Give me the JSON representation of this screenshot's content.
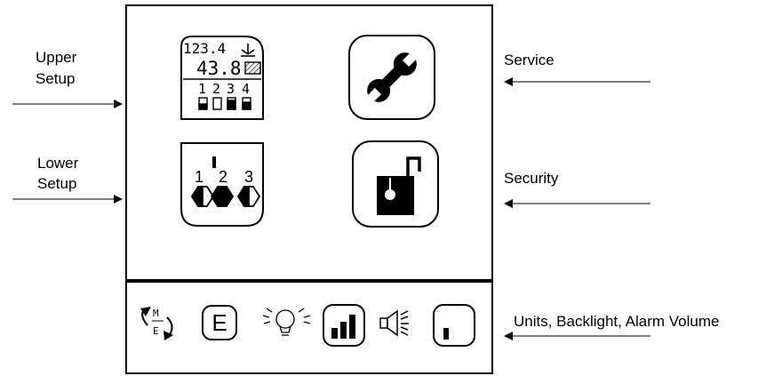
{
  "labels": {
    "upper_setup_line1": "Upper",
    "upper_setup_line2": "Setup",
    "lower_setup_line1": "Lower",
    "lower_setup_line2": "Setup",
    "service": "Service",
    "security": "Security",
    "bottom": "Units, Backlight, Alarm Volume"
  },
  "upper_setup_icon": {
    "value_top": "123.4",
    "value_main": "43.8",
    "channels": [
      "1",
      "2",
      "3",
      "4"
    ]
  },
  "lower_setup_icon": {
    "channels": [
      "1",
      "2",
      "3"
    ]
  },
  "bottom_bar": {
    "units_m": "M",
    "units_e": "E",
    "units_button": "E"
  },
  "icons": {
    "upper_setup": "display-readout-icon",
    "service": "wrench-icon",
    "lower_setup": "valve-channels-icon",
    "security": "open-padlock-icon",
    "units": "metric-english-toggle-icon",
    "units_button": "e-units-icon",
    "backlight": "light-bulb-icon",
    "signal": "signal-bars-icon",
    "alarm_volume": "speaker-icon",
    "volume_level": "volume-level-icon"
  }
}
